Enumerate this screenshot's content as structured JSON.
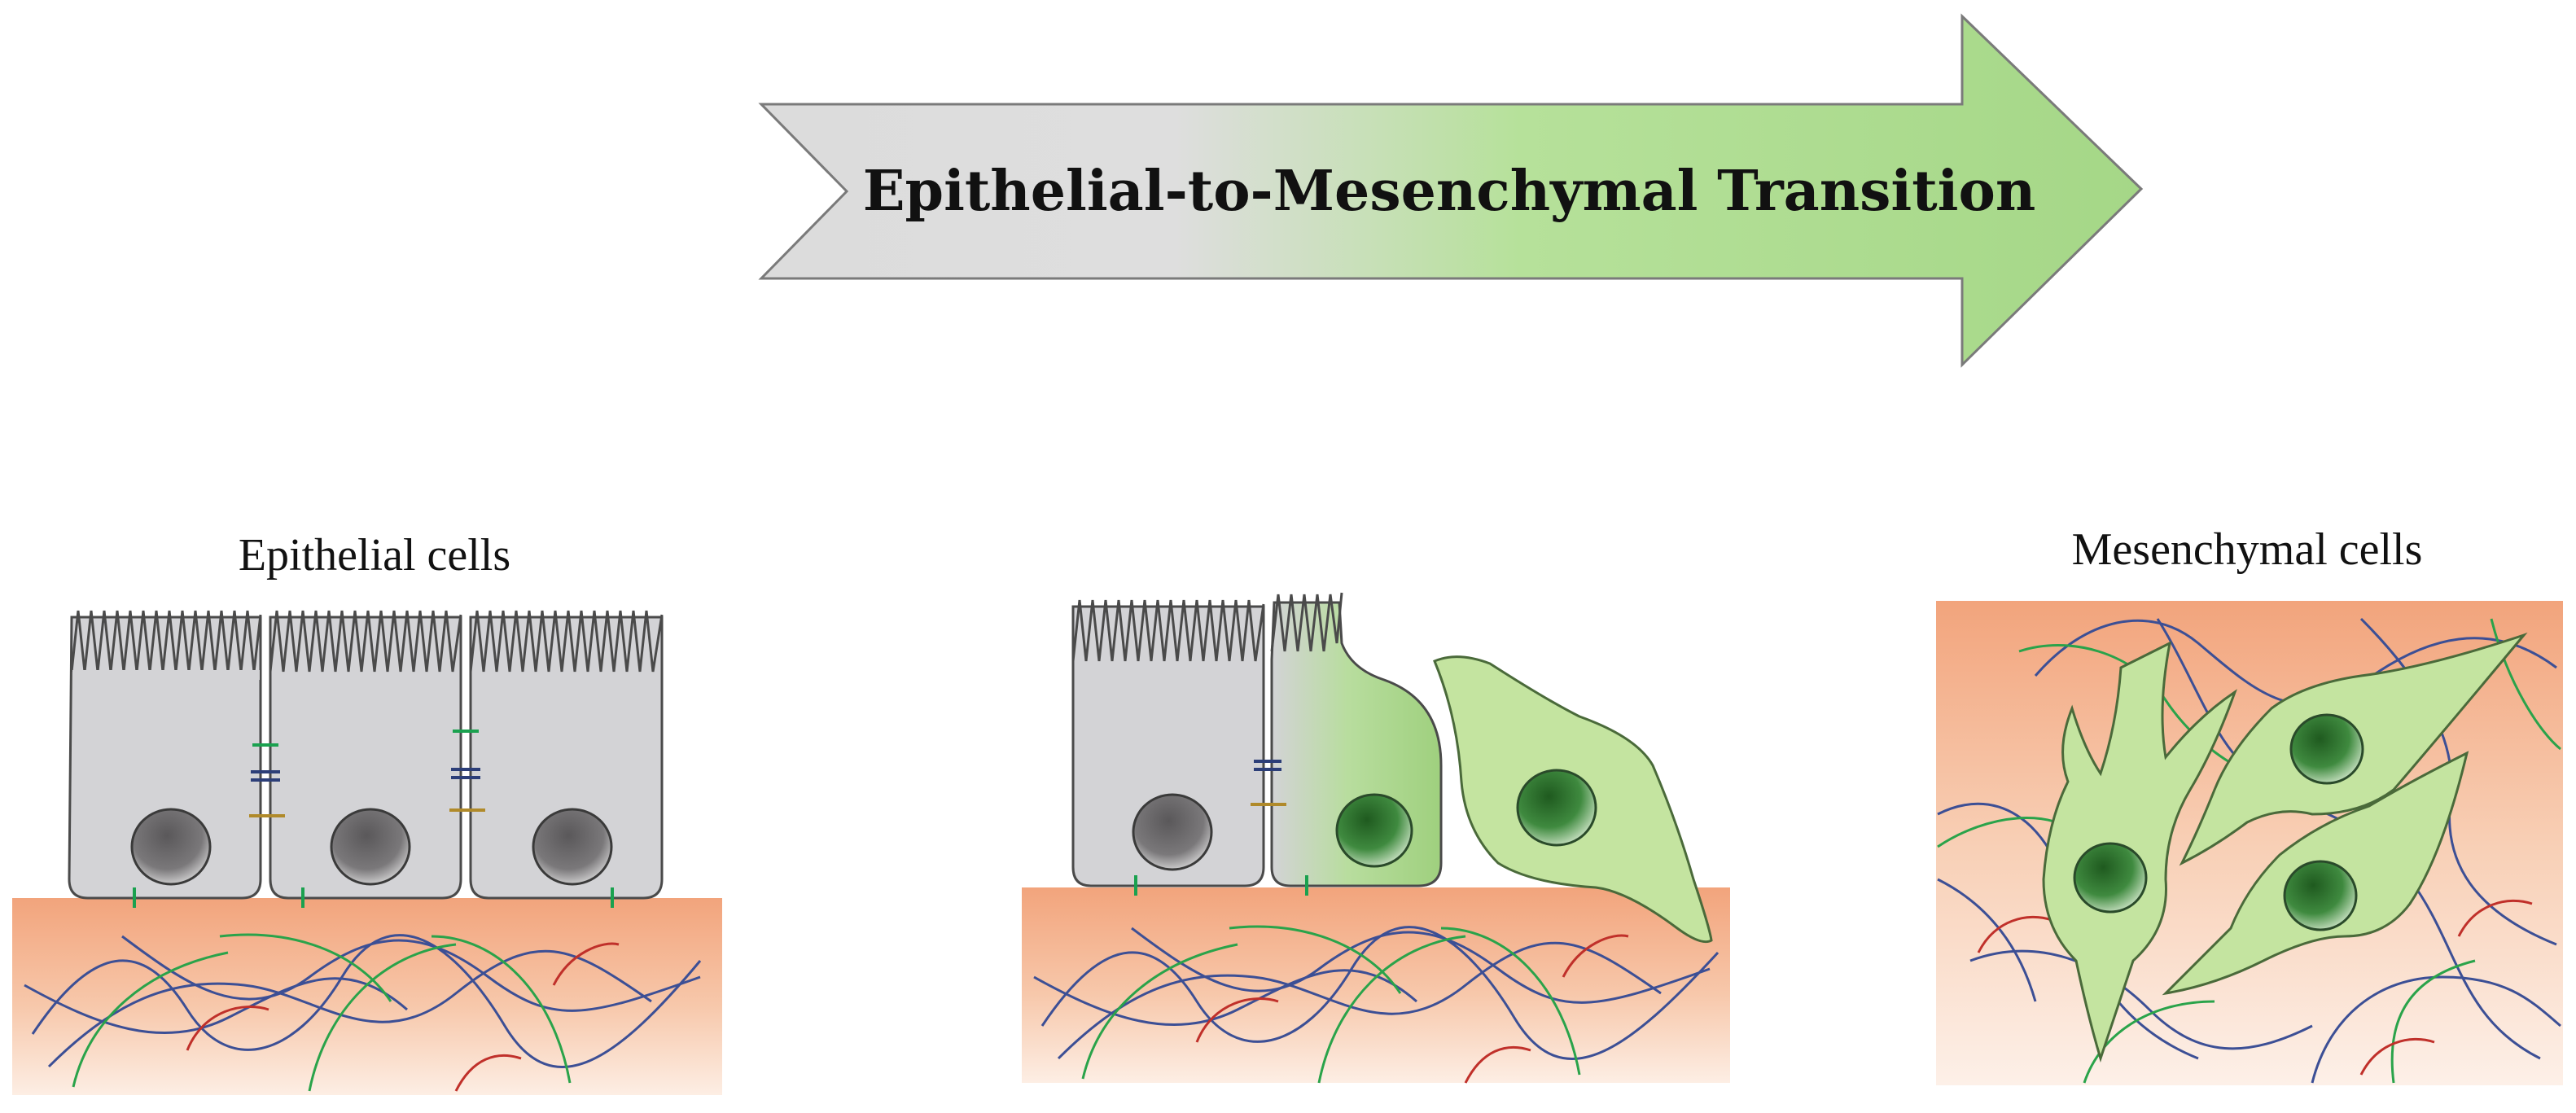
{
  "arrow": {
    "label": "Epithelial-to-Mesenchymal Transition"
  },
  "panels": {
    "left": {
      "label": "Epithelial cells"
    },
    "middle": {
      "label": ""
    },
    "right": {
      "label": "Mesenchymal cells"
    }
  },
  "colors": {
    "epithelial_cell": "#d3d3d6",
    "mesenchymal_cell": "#c4e4a0",
    "cell_outline": "#4a4a4a",
    "nucleus_epithelial": "#6c6a6c",
    "nucleus_mesenchymal": "#2d6e2d",
    "ecm_top": "#f2aa84",
    "ecm_bottom": "#fcebe1",
    "fiber_blue": "#3c4f95",
    "fiber_green": "#2aa34a",
    "fiber_red": "#c0302a",
    "junction_tight": "#1aa14f",
    "junction_adherens": "#2c3e78",
    "junction_desmosome": "#b08a2a",
    "arrow_start": "#d6d6d6",
    "arrow_end": "#a9d98a"
  },
  "icons": [
    "epithelial-cell-icon",
    "mesenchymal-cell-icon",
    "nucleus-icon",
    "extracellular-matrix-icon",
    "process-arrow-icon"
  ]
}
